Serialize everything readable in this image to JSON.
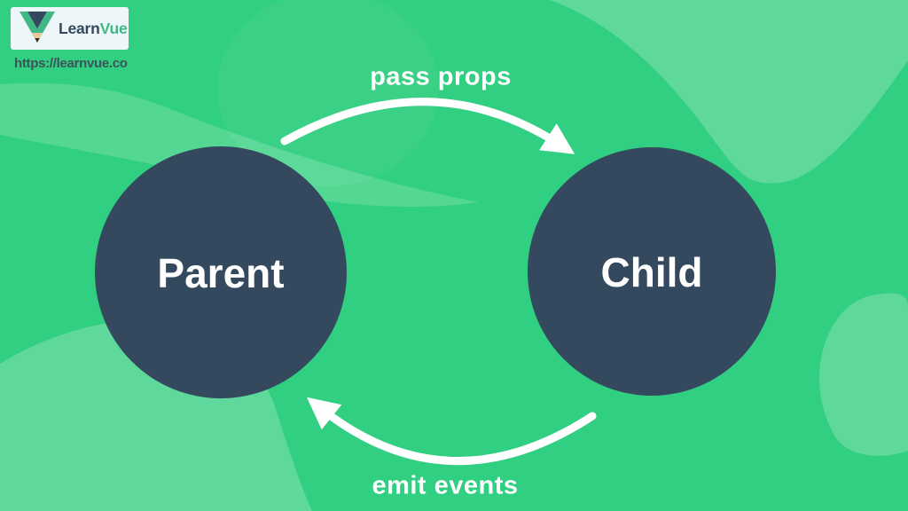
{
  "logo": {
    "learn": "Learn",
    "vue": "Vue",
    "url": "https://learnvue.co"
  },
  "nodes": {
    "parent": "Parent",
    "child": "Child"
  },
  "arrows": {
    "top_label": "pass props",
    "bottom_label": "emit events"
  },
  "icons": {
    "logo_icon": "vue-pencil-logo-icon"
  },
  "colors": {
    "background": "#30CF81",
    "blob_light": "#5ED89B",
    "blob_wave": "#55D794",
    "circle_fill": "#35495E",
    "arrow_white": "#FFFFFF",
    "vue_green": "#41B883",
    "vue_navy": "#35495E",
    "logo_box_bg": "#EDF6F9",
    "url_text": "#3E5359",
    "pencil_wood": "#E9C99B",
    "pencil_lead": "#33302B"
  }
}
